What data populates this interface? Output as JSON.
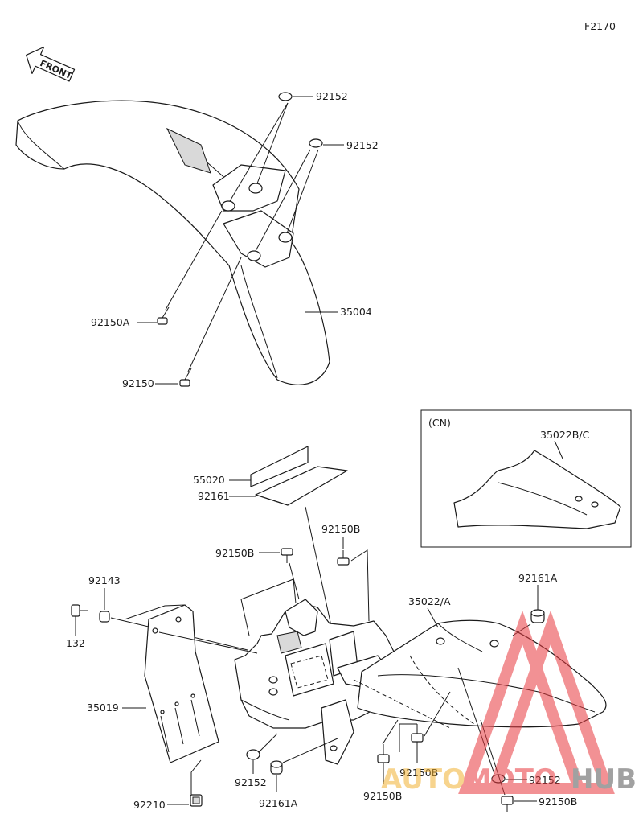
{
  "figure_code": "F2170",
  "front_label": "FRONT",
  "inset_label": "(CN)",
  "watermark": {
    "brand_part1": "AUTO",
    "brand_part2": "MOTO",
    "brand_part3": "HUB",
    "color_accent": "#e8383d",
    "color_secondary": "#f2b233",
    "color_dark": "#555555"
  },
  "parts": {
    "p92152_a": "92152",
    "p92152_b": "92152",
    "p35004": "35004",
    "p92150A": "92150A",
    "p92150_top": "92150",
    "p55020": "55020",
    "p92161": "92161",
    "p35022BC": "35022B/C",
    "p92150B_a": "92150B",
    "p92150B_b": "92150B",
    "p92143": "92143",
    "p132": "132",
    "p35022A": "35022/A",
    "p92161A_a": "92161A",
    "p35019": "35019",
    "p92152_c": "92152",
    "p92161A_b": "92161A",
    "p92150B_c": "92150B",
    "p92150B_d": "92150B",
    "p92152_d": "92152",
    "p92150B_e": "92150B",
    "p92210": "92210"
  }
}
